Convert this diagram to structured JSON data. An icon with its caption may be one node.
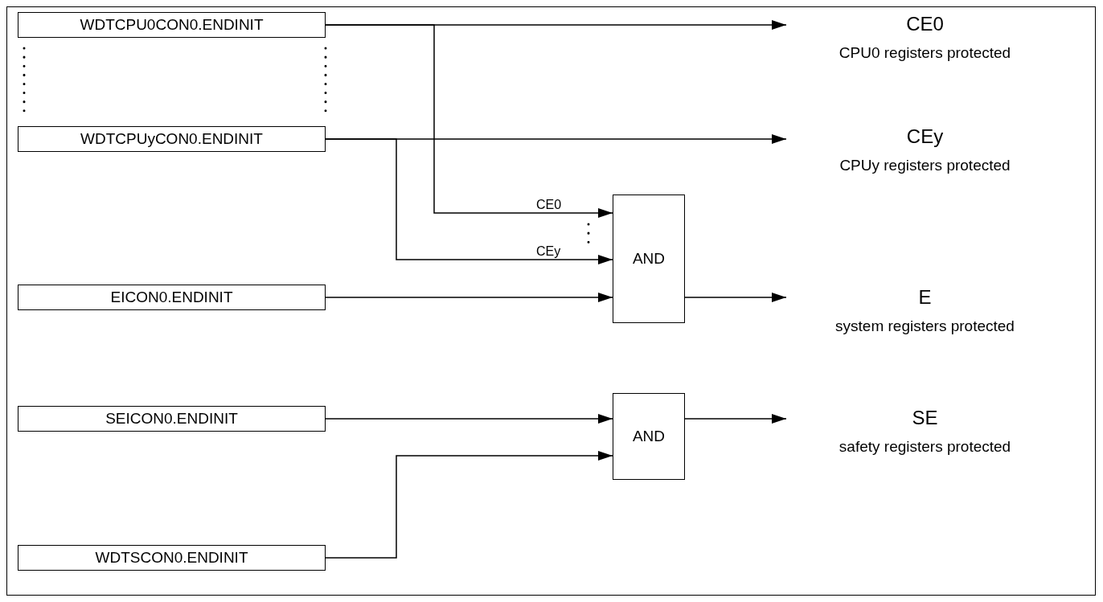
{
  "diagram": {
    "nodes": [
      {
        "text": [
          "WDTCPU0CON0.ENDINIT"
        ]
      },
      {
        "text": [
          "WDTCPUyCON0.ENDINIT"
        ]
      },
      {
        "text": [
          "EICON0.ENDINIT"
        ]
      },
      {
        "text": [
          "SEICON0.ENDINIT"
        ]
      },
      {
        "text": [
          "WDTSCON0.ENDINIT"
        ]
      },
      {
        "text": [
          "AND"
        ]
      },
      {
        "text": [
          "AND"
        ]
      },
      {
        "text": [
          "CE0",
          "CPU0 registers protected"
        ]
      },
      {
        "text": [
          "CEy",
          "CPUy registers protected"
        ]
      },
      {
        "text": [
          "E",
          "system registers protected"
        ]
      },
      {
        "text": [
          "SE",
          "safety registers protected"
        ]
      }
    ],
    "edges": [
      {
        "from": 0,
        "to": 7,
        "arrow": "to"
      },
      {
        "from": 1,
        "to": 8,
        "arrow": "to"
      },
      {
        "from": 0,
        "to": 5,
        "arrow": "to",
        "label": "CE0"
      },
      {
        "from": 1,
        "to": 5,
        "arrow": "to",
        "label": "CEy"
      },
      {
        "from": 2,
        "to": 5,
        "arrow": "to"
      },
      {
        "from": 5,
        "to": 9,
        "arrow": "to"
      },
      {
        "from": 3,
        "to": 6,
        "arrow": "to"
      },
      {
        "from": 4,
        "to": 6,
        "arrow": "to"
      },
      {
        "from": 6,
        "to": 10,
        "arrow": "to"
      }
    ]
  }
}
